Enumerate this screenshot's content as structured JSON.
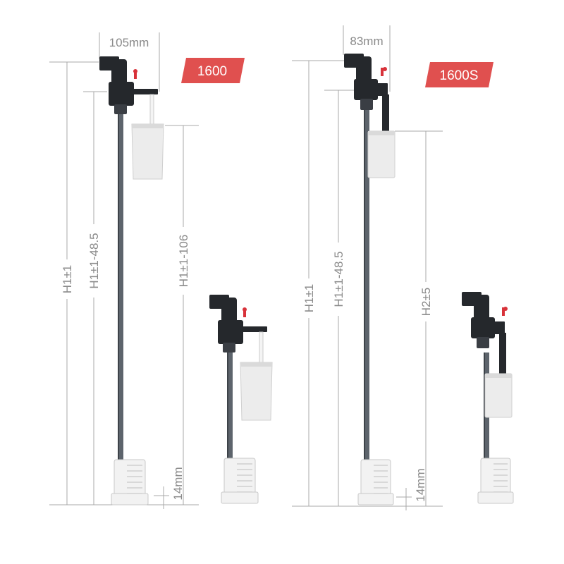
{
  "products": [
    {
      "badge": "1600",
      "badge_color": "#e0504f",
      "top_width": "105mm",
      "heights": [
        "H1±1",
        "H1±1-48.5",
        "H1±1-106"
      ],
      "base_offset": "14mm"
    },
    {
      "badge": "1600S",
      "badge_color": "#e0504f",
      "top_width": "83mm",
      "heights": [
        "H1±1",
        "H1±1-48.5",
        "H2±5"
      ],
      "base_offset": "14mm"
    }
  ],
  "colors": {
    "pipe": "#5d646c",
    "valve": "#25282c",
    "float": "#ececec",
    "handle": "#d8323a",
    "dimension": "#a9a9a9"
  }
}
